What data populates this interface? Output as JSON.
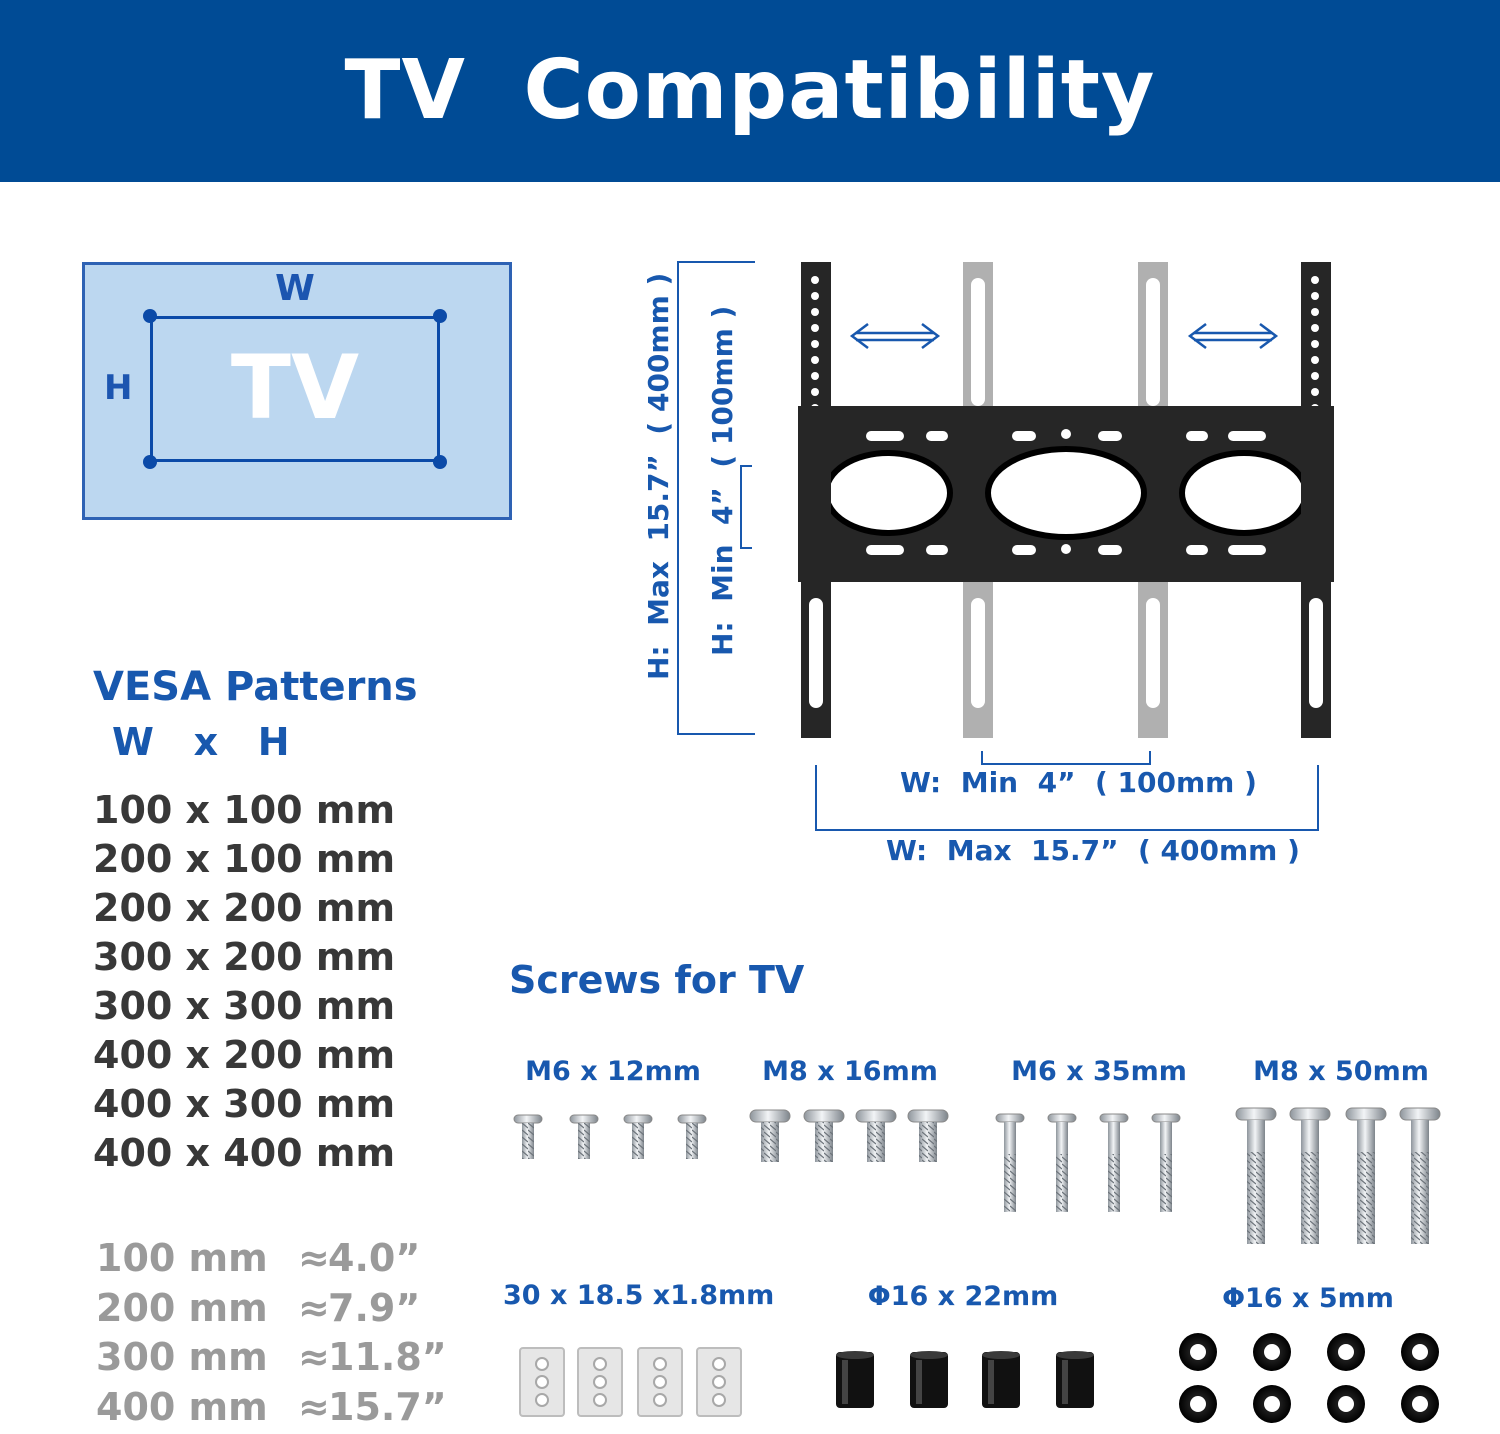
{
  "header": {
    "title": "TV  Compatibility",
    "bg_color": "#004b95"
  },
  "tv_diagram": {
    "w_label": "W",
    "h_label": "H",
    "tv_label": "TV"
  },
  "vesa": {
    "title": "VESA Patterns",
    "wxh": "W   x   H",
    "patterns": [
      "100 x 100 mm",
      "200 x 100 mm",
      "200 x 200 mm",
      "300 x 200 mm",
      "300 x 300 mm",
      "400 x 200 mm",
      "400 x 300 mm",
      "400 x 400 mm"
    ],
    "conversions": [
      {
        "mm": "100 mm",
        "sym": "≈",
        "inch": "4.0”"
      },
      {
        "mm": "200 mm",
        "sym": "≈",
        "inch": "7.9”"
      },
      {
        "mm": "300 mm",
        "sym": "≈",
        "inch": "11.8”"
      },
      {
        "mm": "400 mm",
        "sym": "≈",
        "inch": "15.7”"
      }
    ]
  },
  "bracket": {
    "w_min": "W:  Min  4”  ( 100mm )",
    "w_max": "W:  Max  15.7”  ( 400mm )",
    "h_max": "H:  Max  15.7”  ( 400mm )",
    "h_min": "H:  Min  4”  ( 100mm )"
  },
  "screws": {
    "title": "Screws for TV",
    "items": [
      {
        "label": "M6 x 12mm",
        "icon": "short-screw-icon"
      },
      {
        "label": "M8 x 16mm",
        "icon": "thick-screw-icon"
      },
      {
        "label": "M6 x 35mm",
        "icon": "long-screw-icon"
      },
      {
        "label": "M8 x 50mm",
        "icon": "extra-long-screw-icon"
      },
      {
        "label": "30 x 18.5 x1.8mm",
        "icon": "plate-washer-icon"
      },
      {
        "label": "Φ16 x 22mm",
        "icon": "spacer-icon"
      },
      {
        "label": "Φ16 x 5mm",
        "icon": "ring-washer-icon"
      }
    ]
  },
  "colors": {
    "accent_blue": "#1858ae",
    "dark_text": "#383838",
    "grey_text": "#9a9a9a",
    "tv_fill": "#bcd7f0"
  }
}
